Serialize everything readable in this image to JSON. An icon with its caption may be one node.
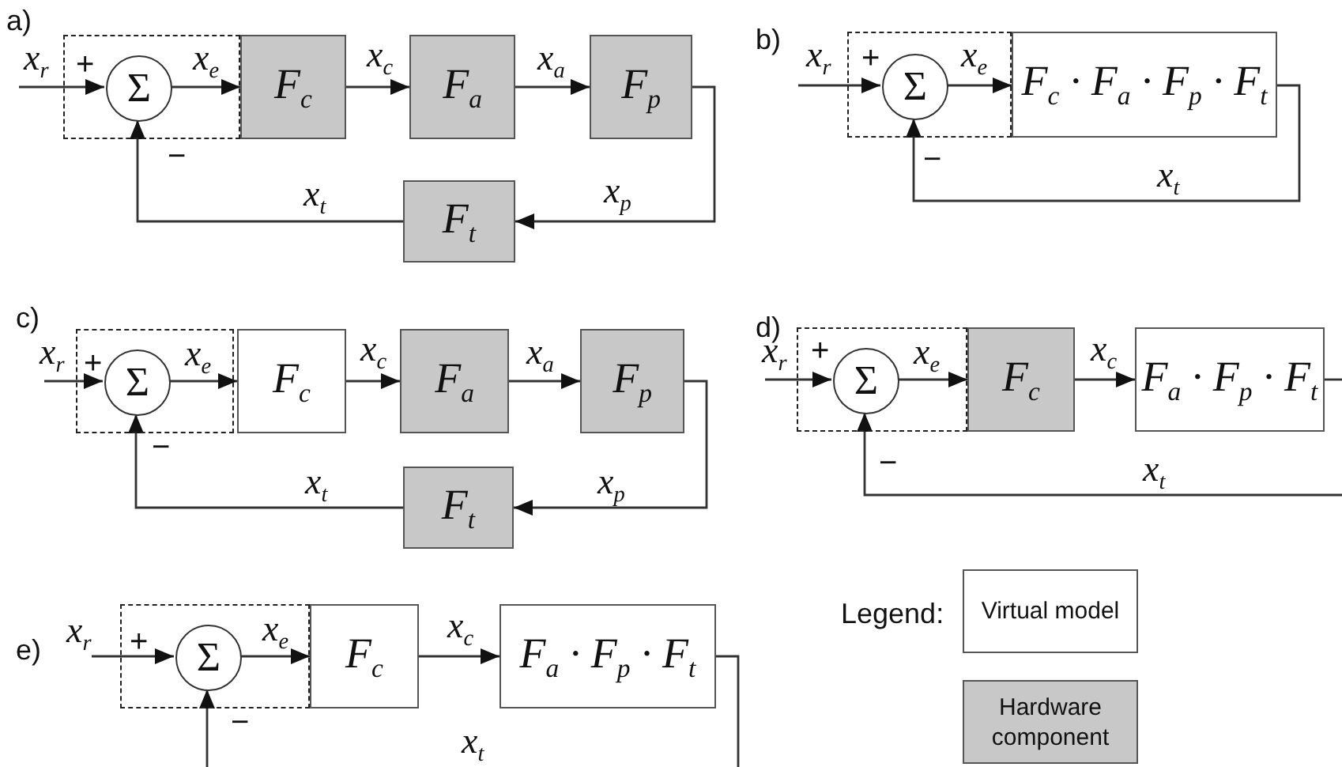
{
  "diagram": {
    "nodes": [
      {
        "text": [],
        "shape": "box"
      },
      {
        "text": [
          "Σ"
        ],
        "in": 0
      },
      {
        "text": [
          "F$_{c}$"
        ]
      },
      {
        "text": [
          "F$_{a}$"
        ]
      },
      {
        "text": [
          "F$_{p}$"
        ]
      },
      {
        "text": [
          "F$_{t}$"
        ]
      },
      {
        "text": [],
        "shape": "box"
      },
      {
        "text": [
          "Σ"
        ],
        "in": 6
      },
      {
        "text": [
          "F$_{c}$ · F$_{a}$ · F$_{p}$ · F$_{t}$"
        ]
      },
      {
        "text": [],
        "shape": "box"
      },
      {
        "text": [
          "Σ"
        ],
        "in": 9
      },
      {
        "text": [
          "F$_{c}$"
        ]
      },
      {
        "text": [
          "F$_{a}$"
        ]
      },
      {
        "text": [
          "F$_{p}$"
        ]
      },
      {
        "text": [
          "F$_{t}$"
        ]
      },
      {
        "text": [],
        "shape": "box"
      },
      {
        "text": [
          "Σ"
        ],
        "in": 15
      },
      {
        "text": [
          "F$_{c}$"
        ]
      },
      {
        "text": [
          "F$_{a}$ · F$_{p}$ · F$_{t}$"
        ]
      },
      {
        "text": [],
        "shape": "box"
      },
      {
        "text": [
          "Σ"
        ],
        "in": 19
      },
      {
        "text": [
          "F$_{c}$"
        ]
      },
      {
        "text": [
          "F$_{a}$ · F$_{p}$ · F$_{t}$"
        ]
      }
    ],
    "edges": [
      {
        "from": null,
        "to": 1,
        "arrow": "to",
        "label": "x$_{r}$"
      },
      {
        "from": 1,
        "to": 2,
        "arrow": "to",
        "label": "x$_{e}$"
      },
      {
        "from": 2,
        "to": 3,
        "arrow": "to",
        "label": "x$_{c}$"
      },
      {
        "from": 3,
        "to": 4,
        "arrow": "to",
        "label": "x$_{a}$"
      },
      {
        "from": 4,
        "to": 5,
        "arrow": "to",
        "label": "x$_{p}$"
      },
      {
        "from": 5,
        "to": 1,
        "arrow": "to",
        "label": "x$_{t}$"
      },
      {
        "from": null,
        "to": 7,
        "arrow": "to",
        "label": "x$_{r}$"
      },
      {
        "from": 7,
        "to": 8,
        "arrow": "to",
        "label": "x$_{e}$"
      },
      {
        "from": 8,
        "to": 7,
        "arrow": "to",
        "label": "x$_{t}$"
      },
      {
        "from": null,
        "to": 10,
        "arrow": "to",
        "label": "x$_{r}$"
      },
      {
        "from": 10,
        "to": 11,
        "arrow": "to",
        "label": "x$_{e}$"
      },
      {
        "from": 11,
        "to": 12,
        "arrow": "to",
        "label": "x$_{c}$"
      },
      {
        "from": 12,
        "to": 13,
        "arrow": "to",
        "label": "x$_{a}$"
      },
      {
        "from": 13,
        "to": 14,
        "arrow": "to",
        "label": "x$_{p}$"
      },
      {
        "from": 14,
        "to": 10,
        "arrow": "to",
        "label": "x$_{t}$"
      },
      {
        "from": null,
        "to": 16,
        "arrow": "to",
        "label": "x$_{r}$"
      },
      {
        "from": 16,
        "to": 17,
        "arrow": "to",
        "label": "x$_{e}$"
      },
      {
        "from": 17,
        "to": 18,
        "arrow": "to",
        "label": "x$_{c}$"
      },
      {
        "from": 18,
        "to": null,
        "arrow": "none"
      },
      {
        "from": null,
        "to": 16,
        "arrow": "to",
        "label": "x$_{t}$"
      },
      {
        "from": null,
        "to": 20,
        "arrow": "to",
        "label": "x$_{r}$"
      },
      {
        "from": 20,
        "to": 21,
        "arrow": "to",
        "label": "x$_{e}$"
      },
      {
        "from": 21,
        "to": 22,
        "arrow": "to",
        "label": "x$_{c}$"
      },
      {
        "from": 22,
        "to": null,
        "arrow": "none"
      },
      {
        "from": null,
        "to": 20,
        "arrow": "to"
      }
    ],
    "labels": [
      "a)",
      "+",
      "−",
      "b)",
      "+",
      "−",
      "c)",
      "+",
      "−",
      "d)",
      "+",
      "−",
      "e)",
      "+",
      "−",
      "x$_{t}$",
      "Legend:"
    ],
    "legend": [
      {
        "text": "Virtual model",
        "color": "#ffffff"
      },
      {
        "text": "Hardware component",
        "color": "#c8c8c8"
      }
    ]
  }
}
